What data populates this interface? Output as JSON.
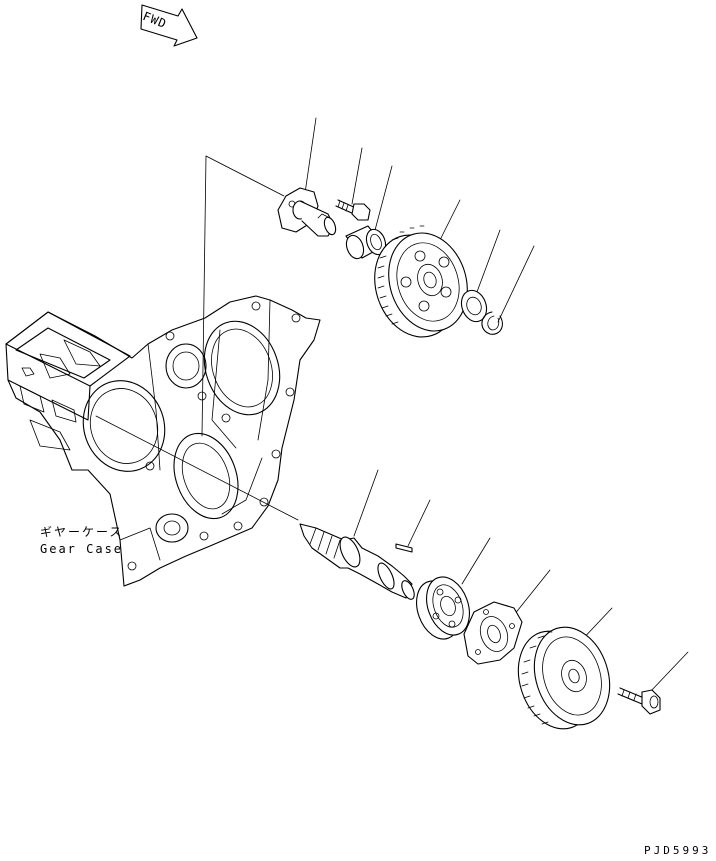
{
  "fwd_marker": {
    "text": "FWD",
    "icon": "fwd-arrow-icon"
  },
  "labels": {
    "gear_case_jp": "ギヤーケース",
    "gear_case_en": "Gear Case"
  },
  "drawing_id": "PJD5993"
}
